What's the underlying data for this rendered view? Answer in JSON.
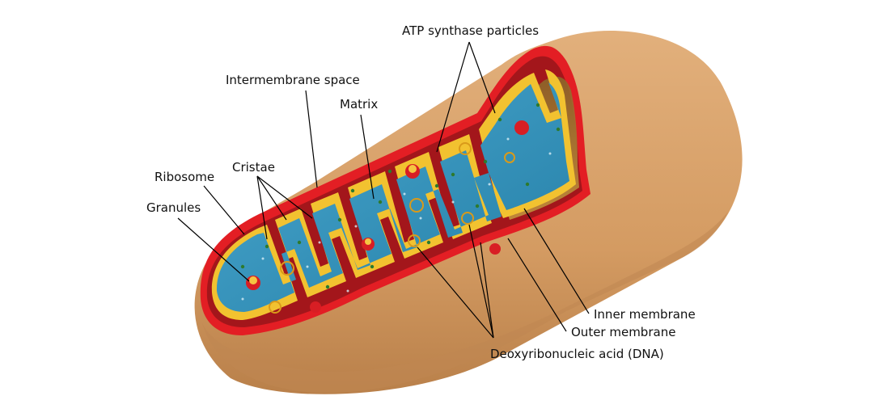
{
  "labels": {
    "atp_synthase": "ATP synthase particles",
    "intermembrane": "Intermembrane space",
    "matrix": "Matrix",
    "cristae": "Cristae",
    "ribosome": "Ribosome",
    "granules": "Granules",
    "inner_membrane": "Inner membrane",
    "outer_membrane": "Outer membrane",
    "dna": "Deoxyribonucleic acid (DNA)"
  },
  "colors": {
    "outer_surface": "#d7a06a",
    "outer_shadow": "#b97f4b",
    "outer_membrane": "#e31e24",
    "intermembrane": "#a01418",
    "inner_membrane": "#f2c230",
    "matrix": "#2e8fb8",
    "matrix_light": "#5ab3d6",
    "granule": "#d81e24",
    "ribosome_dot": "#2d7a2d",
    "dna_ring": "#d99a1a"
  }
}
